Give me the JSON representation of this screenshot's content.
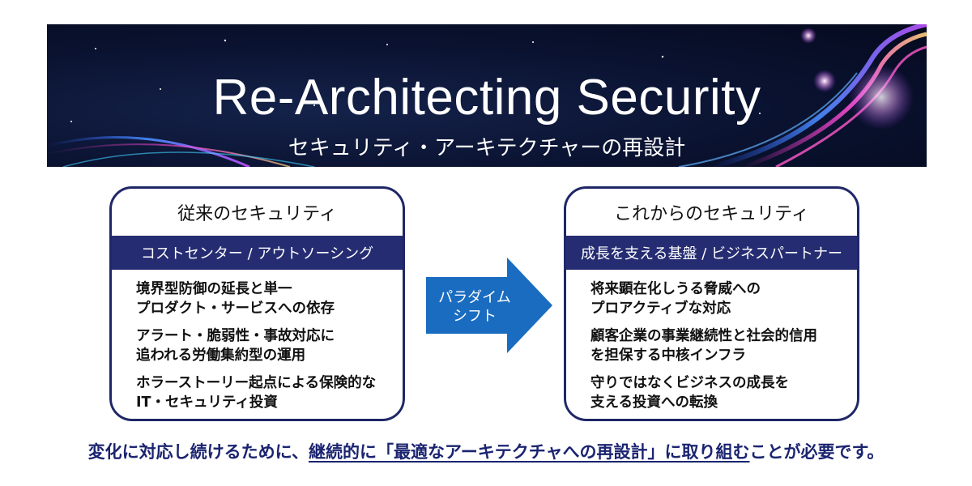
{
  "banner": {
    "title": "Re-Architecting Security",
    "subtitle": "セキュリティ・アーキテクチャーの再設計"
  },
  "left_box": {
    "title": "従来のセキュリティ",
    "band": "コストセンター / アウトソーシング",
    "items": [
      "境界型防御の延長と単一\nプロダクト・サービスへの依存",
      "アラート・脆弱性・事故対応に\n追われる労働集約型の運用",
      "ホラーストーリー起点による保険的な\nIT・セキュリティ投資"
    ]
  },
  "arrow": {
    "label": "パラダイム\nシフト",
    "color": "#1a6cc0"
  },
  "right_box": {
    "title": "これからのセキュリティ",
    "band": "成長を支える基盤 / ビジネスパートナー",
    "items": [
      "将来顕在化しうる脅威への\nプロアクティブな対応",
      "顧客企業の事業継続性と社会的信用\nを担保する中核インフラ",
      "守りではなくビジネスの成長を\n支える投資への転換"
    ]
  },
  "footer": {
    "prefix": "変化に対応し続けるために、",
    "emphasis": "継続的に「最適なアーキテクチャへの再設計」に取り組む",
    "suffix": "ことが必要です。"
  },
  "colors": {
    "navy": "#252c72",
    "border": "#1f2766",
    "footer_text": "#1b2470",
    "banner_bg": "#0a1230"
  }
}
